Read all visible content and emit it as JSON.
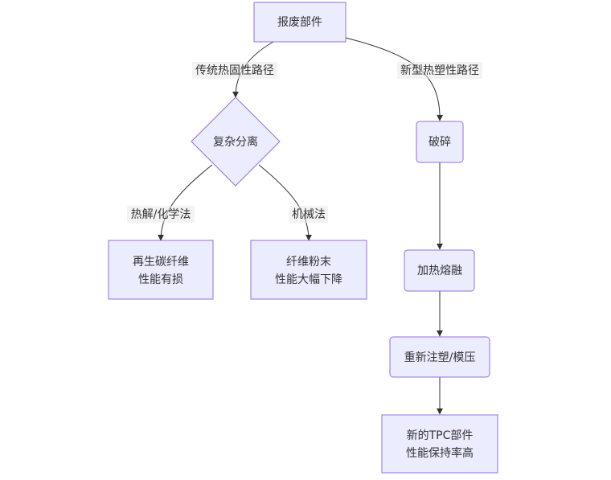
{
  "nodes": {
    "scrap": "报废部件",
    "separation": "复杂分离",
    "crush": "破碎",
    "heat_melt": "加热熔融",
    "reinject": "重新注塑/模压",
    "new_tpc_line1": "新的TPC部件",
    "new_tpc_line2": "性能保持率高",
    "recycled_cf_line1": "再生碳纤维",
    "recycled_cf_line2": "性能有损",
    "fiber_powder_line1": "纤维粉末",
    "fiber_powder_line2": "性能大幅下降"
  },
  "edges": {
    "thermoset_path": "传统热固性路径",
    "thermoplastic_path": "新型热塑性路径",
    "pyrolysis": "热解/化学法",
    "mechanical": "机械法"
  },
  "colors": {
    "node_fill": "#ECECFF",
    "node_stroke": "#9370DB",
    "edge": "#333333",
    "label_bg": "#e8e8e8"
  }
}
